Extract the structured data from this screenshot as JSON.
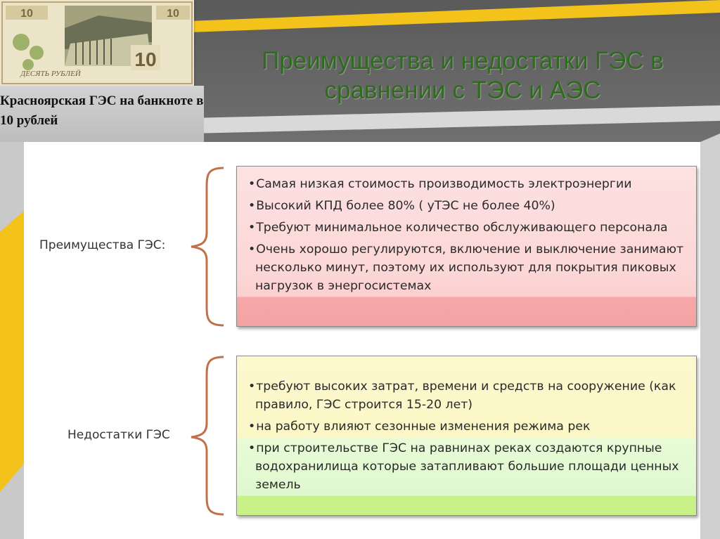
{
  "slide": {
    "title": "Преимущества и недостатки ГЭС в сравнении с ТЭС и АЭС",
    "colors": {
      "title": "#2f6b1e",
      "accent_yellow": "#f3c31c",
      "brace": "#c0704a",
      "advantages_fill": "#fcd7d7",
      "advantages_bottom": "#f2a2a2",
      "disadvantages_fill": "#fbf7c6",
      "disadvantages_green": "#dff8cf",
      "disadvantages_bottom": "#c8f18a"
    }
  },
  "banknote": {
    "caption": "Красноярская ГЭС на банкноте в 10 рублей",
    "denomination": "10",
    "inscription": "ДЕСЯТЬ РУБЛЕЙ"
  },
  "advantages": {
    "label": "Преимущества ГЭС:",
    "items": [
      "Самая низкая стоимость производимость электроэнергии",
      "Высокий КПД более 80% ( уТЭС не более 40%)",
      "Требуют минимальное количество обслуживающего персонала",
      "Очень хорошо регулируются, включение и выключение занимают несколько минут, поэтому их используют для покрытия пиковых нагрузок в энергосистемах"
    ]
  },
  "disadvantages": {
    "label": "Недостатки ГЭС",
    "items": [
      "требуют высоких затрат, времени и средств на сооружение (как правило, ГЭС строится 15-20 лет)",
      "на работу влияют сезонные изменения режима рек",
      "при строительстве ГЭС на равнинах реках создаются крупные водохранилища которые затапливают большие площади ценных земель"
    ]
  }
}
